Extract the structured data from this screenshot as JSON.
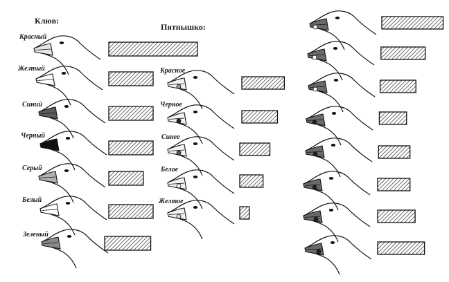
{
  "headings": {
    "beak": "Клюв:",
    "spot": "Пятнышко:"
  },
  "beak_colors": {
    "labels": [
      "Красный",
      "Желтый",
      "Синий",
      "Черный",
      "Серый",
      "Белый",
      "Зеленый"
    ],
    "fills": [
      "#e6e6e6",
      "#ffffff",
      "#5a5a5a",
      "#111111",
      "#b0b0b0",
      "#ffffff",
      "#8a8a8a"
    ],
    "response": [
      1.0,
      0.5,
      0.5,
      0.5,
      0.39,
      0.5,
      0.52
    ]
  },
  "spot_colors": {
    "labels": [
      "Красное",
      "Черное",
      "Синее",
      "Белое",
      "Желтое"
    ],
    "response": [
      0.62,
      0.52,
      0.44,
      0.34,
      0.14
    ]
  },
  "spot_positions": {
    "response": [
      0.72,
      0.52,
      0.42,
      0.32,
      0.37,
      0.38,
      0.44,
      0.55
    ]
  },
  "colors": {
    "ink": "#111111",
    "hatch": "#444444"
  },
  "icons": [
    "gull-head-icon",
    "hatched-response-bar"
  ]
}
